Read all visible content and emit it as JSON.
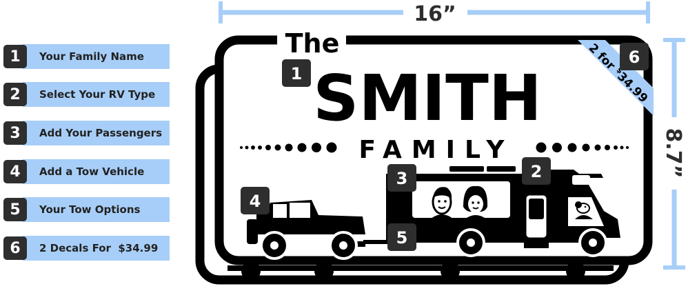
{
  "steps": [
    {
      "num": "1",
      "label": "Your Family Name"
    },
    {
      "num": "2",
      "label": "Select Your RV Type"
    },
    {
      "num": "3",
      "label": "Add Your Passengers"
    },
    {
      "num": "4",
      "label": "Add a Tow Vehicle"
    },
    {
      "num": "5",
      "label": "Your Tow Options"
    },
    {
      "num": "6",
      "label": "2 Decals For  $34.99"
    }
  ],
  "decal": {
    "width": "16”",
    "height": "8.7”",
    "the": "The",
    "name": "SMITH",
    "family": "FAMILY",
    "promo_prefix": "2 for ",
    "promo_currency": "$",
    "promo_amount": "34.99"
  },
  "markers": {
    "m1": "1",
    "m2": "2",
    "m3": "3",
    "m4": "4",
    "m5": "5",
    "m6": "6"
  },
  "colors": {
    "accent_blue": "#a7cef8",
    "dark": "#000000",
    "badge": "#2e2e2e"
  }
}
